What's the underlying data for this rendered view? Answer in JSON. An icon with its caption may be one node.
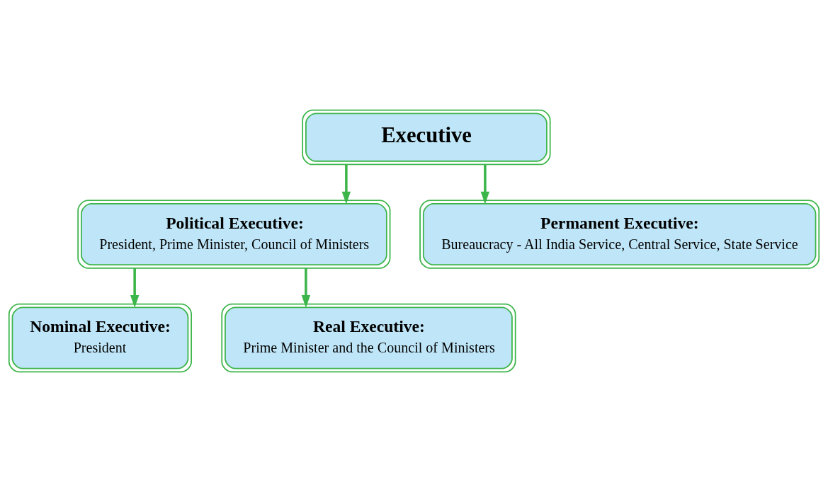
{
  "diagram": {
    "nodes": [
      {
        "text": [
          "Executive"
        ]
      },
      {
        "text": [
          "Political Executive:",
          "President, Prime Minister, Council of Ministers"
        ]
      },
      {
        "text": [
          "Permanent Executive:",
          "Bureaucracy - All India Service, Central Service, State Service"
        ]
      },
      {
        "text": [
          "Nominal Executive:",
          "President"
        ]
      },
      {
        "text": [
          "Real Executive:",
          "Prime Minister and the Council of Ministers"
        ]
      }
    ],
    "edges": [
      {
        "from": 0,
        "to": 1,
        "arrow": "to"
      },
      {
        "from": 0,
        "to": 2,
        "arrow": "to"
      },
      {
        "from": 1,
        "to": 3,
        "arrow": "to"
      },
      {
        "from": 1,
        "to": 4,
        "arrow": "to"
      }
    ]
  }
}
